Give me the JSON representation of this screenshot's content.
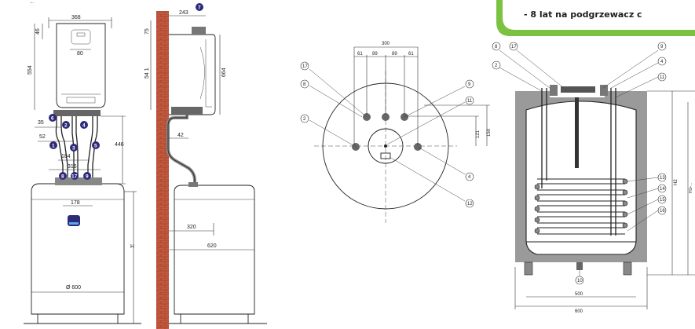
{
  "header_fragment": "...",
  "banner": {
    "text": "- 8 lat na podgrzewacz c",
    "accent": "#7cc242"
  },
  "colors": {
    "badge": "#2d2a7a",
    "insulation": "#9a9a9a",
    "brick": "#c4593e"
  },
  "front_view": {
    "dims": {
      "width": "368",
      "top": "46",
      "height": "554",
      "conn_spacing": "80",
      "d35": "35",
      "d52": "52",
      "d184": "184",
      "d316": "316",
      "d446": "446",
      "d178": "178",
      "diameter": "Ø 600",
      "h": "H"
    },
    "badges": [
      "6",
      "2",
      "4",
      "1",
      "3",
      "5",
      "8",
      "17",
      "9"
    ]
  },
  "side_view": {
    "dims": {
      "d243": "243",
      "d75": "75",
      "d541": "54 1",
      "d664": "664",
      "d42": "42",
      "d320": "320",
      "d620": "620"
    },
    "badge": "7"
  },
  "top_view": {
    "dims": {
      "d300": "300",
      "d61a": "61",
      "d89a": "89",
      "d89b": "89",
      "d61b": "61",
      "d121": "121",
      "d150": "150"
    },
    "callouts": [
      "17",
      "8",
      "9",
      "11",
      "2",
      "4",
      "12"
    ]
  },
  "section_view": {
    "dims": {
      "d500": "500",
      "d600": "600",
      "h2": "H2",
      "h1": "H1+..."
    },
    "callouts": [
      "8",
      "17",
      "9",
      "2",
      "4",
      "11",
      "13",
      "14",
      "15",
      "16",
      "10"
    ]
  }
}
